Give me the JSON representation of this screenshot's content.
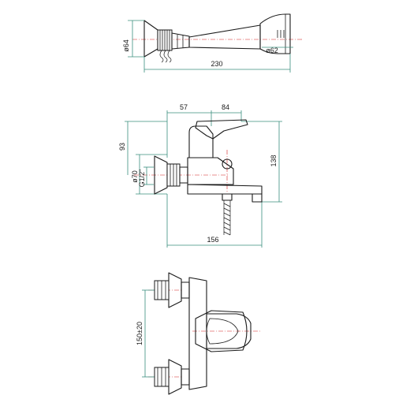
{
  "colors": {
    "outline": "#1a1a1a",
    "dimension": "#3a8f7e",
    "centerline": "#d42020"
  },
  "views": {
    "shower_head": {
      "dim_head_diameter": "ø64",
      "dim_nozzle_diameter": "ø62",
      "dim_length": "230"
    },
    "side": {
      "dim_spout_offset": "57",
      "dim_lever_offset": "84",
      "dim_height": "93",
      "dim_connector_diameter": "ø70",
      "dim_thread": "G1/2\"",
      "dim_total_height": "138",
      "dim_width": "156"
    },
    "front": {
      "dim_spacing": "150±20"
    }
  }
}
